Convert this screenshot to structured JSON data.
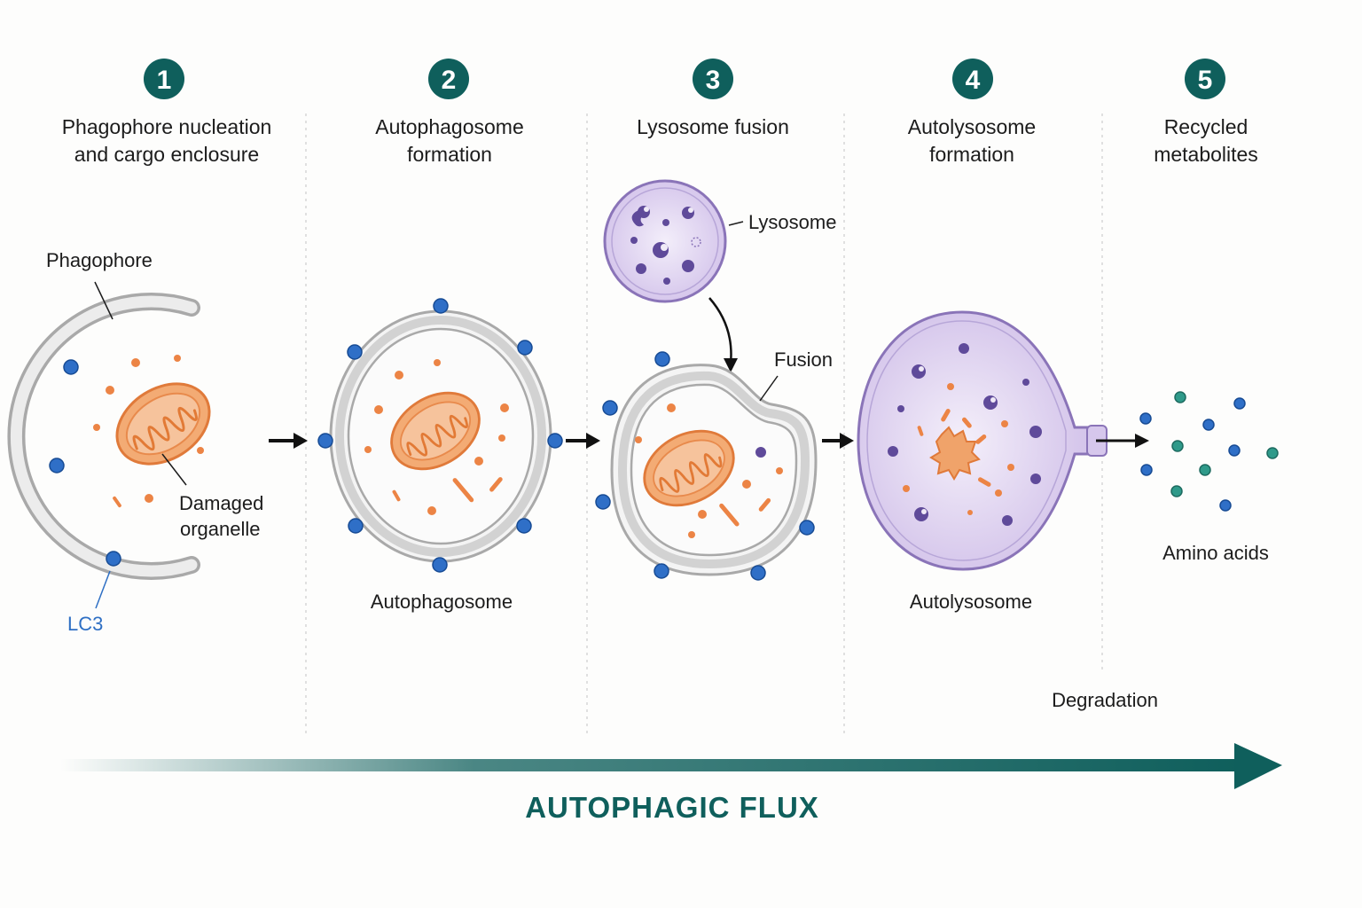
{
  "steps": [
    {
      "number": "1",
      "title_line1": "Phagophore nucleation",
      "title_line2": "and cargo enclosure"
    },
    {
      "number": "2",
      "title_line1": "Autophagosome",
      "title_line2": "formation"
    },
    {
      "number": "3",
      "title_line1": "Lysosome fusion",
      "title_line2": ""
    },
    {
      "number": "4",
      "title_line1": "Autolysosome",
      "title_line2": "formation"
    },
    {
      "number": "5",
      "title_line1": "Recycled",
      "title_line2": "metabolites"
    }
  ],
  "labels": {
    "phagophore": "Phagophore",
    "damaged_line1": "Damaged",
    "damaged_line2": "organelle",
    "lc3": "LC3",
    "autophagosome": "Autophagosome",
    "lysosome": "Lysosome",
    "fusion": "Fusion",
    "autolysosome": "Autolysosome",
    "amino_acids": "Amino acids",
    "degradation": "Degradation",
    "flux": "AUTOPHAGIC FLUX"
  },
  "colors": {
    "teal": "#0f5f5c",
    "membrane": "#b9b9b9",
    "mitochondria": "#f0a36a",
    "mitochondria_stroke": "#e07a3a",
    "lc3": "#2f6fc7",
    "lysosome_fill": "#ddd0ee",
    "lysosome_stroke": "#8a74b8",
    "enzyme": "#5f4a9a"
  }
}
